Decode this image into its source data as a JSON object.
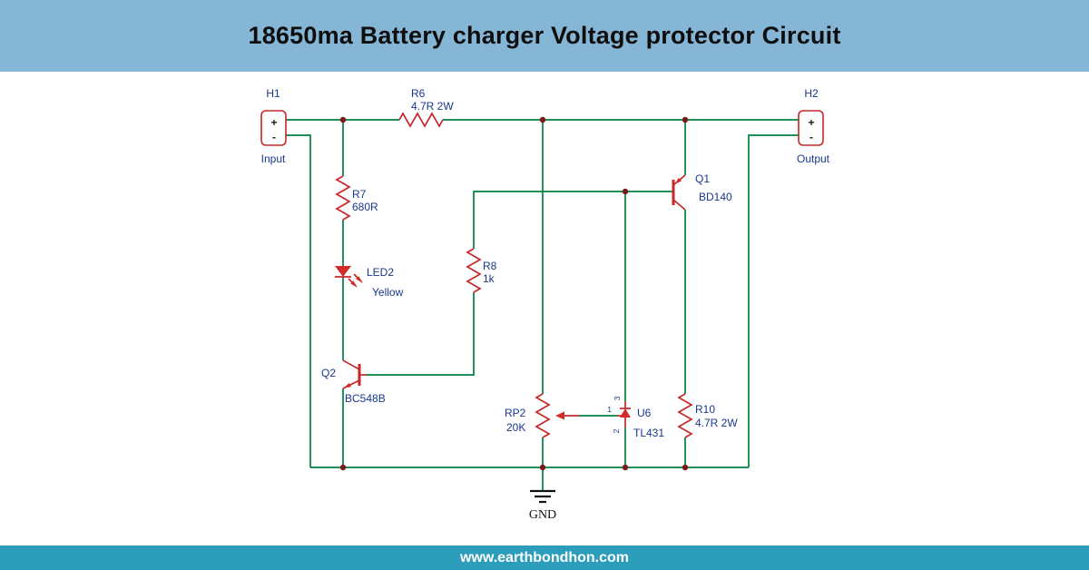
{
  "header": {
    "title": "18650ma Battery charger Voltage protector Circuit"
  },
  "footer": {
    "url": "www.earthbondhon.com"
  },
  "colors": {
    "header_bg": "#85B6D6",
    "footer_bg": "#2D9DBC",
    "wire_green": "#008040",
    "component_red": "#C62828",
    "label_blue": "#18388F",
    "junction_dot": "#7A1A1A"
  },
  "schematic": {
    "h1": {
      "ref": "H1",
      "plus": "+",
      "minus": "-",
      "caption": "Input"
    },
    "h2": {
      "ref": "H2",
      "plus": "+",
      "minus": "-",
      "caption": "Output"
    },
    "r6": {
      "ref": "R6",
      "value": "4.7R 2W"
    },
    "r7": {
      "ref": "R7",
      "value": "680R"
    },
    "r8": {
      "ref": "R8",
      "value": "1k"
    },
    "r10": {
      "ref": "R10",
      "value": "4.7R 2W"
    },
    "rp2": {
      "ref": "RP2",
      "value": "20K"
    },
    "led2": {
      "ref": "LED2",
      "value": "Yellow"
    },
    "q1": {
      "ref": "Q1",
      "value": "BD140"
    },
    "q2": {
      "ref": "Q2",
      "value": "BC548B"
    },
    "u6": {
      "ref": "U6",
      "value": "TL431",
      "pin1": "1",
      "pin2": "2",
      "pin3": "3"
    },
    "gnd": {
      "label": "GND"
    }
  }
}
